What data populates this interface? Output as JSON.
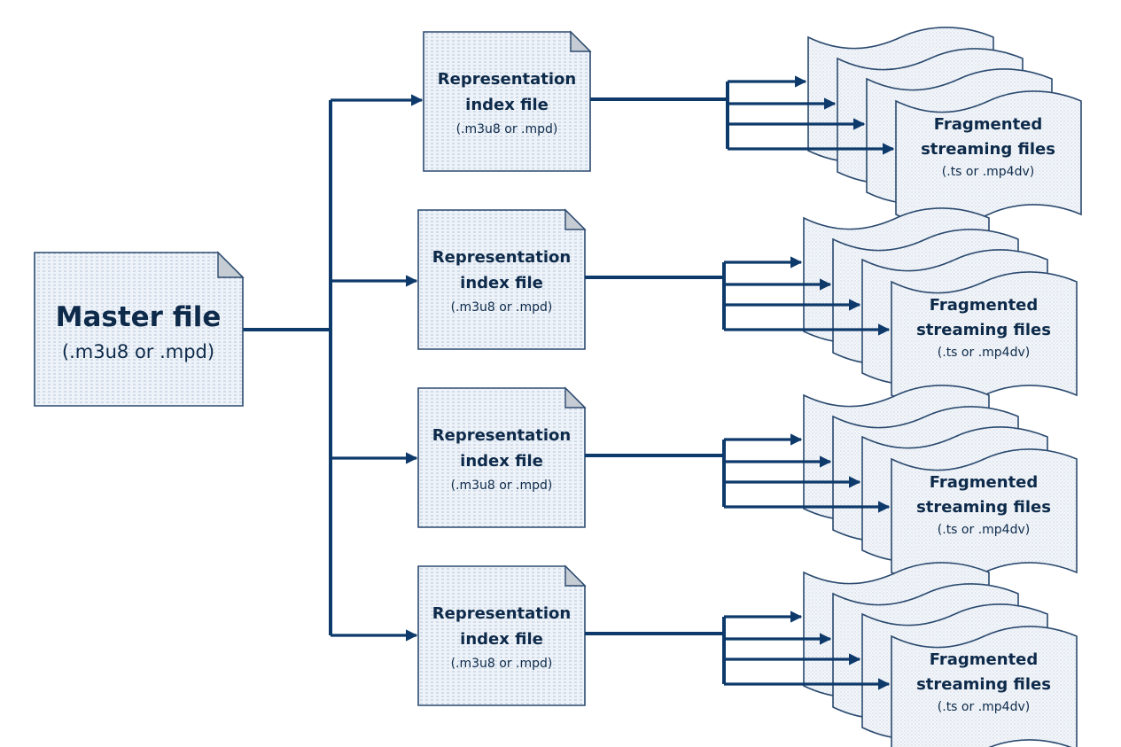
{
  "colors": {
    "line": "#0e3a6b",
    "box_border": "#2b4a6f",
    "box_fill": "#eef3f9",
    "fold_fill": "#c6ccd3",
    "text": "#0d2a4a"
  },
  "master": {
    "title": "Master file",
    "subtitle": "(.m3u8 or .mpd)"
  },
  "representations": [
    {
      "line1": "Representation",
      "line2": "index file",
      "ext": "(.m3u8 or .mpd)",
      "streams": {
        "line1": "Fragmented",
        "line2": "streaming files",
        "ext": "(.ts or .mp4dv)"
      }
    },
    {
      "line1": "Representation",
      "line2": "index file",
      "ext": "(.m3u8 or .mpd)",
      "streams": {
        "line1": "Fragmented",
        "line2": "streaming files",
        "ext": "(.ts or .mp4dv)"
      }
    },
    {
      "line1": "Representation",
      "line2": "index file",
      "ext": "(.m3u8 or .mpd)",
      "streams": {
        "line1": "Fragmented",
        "line2": "streaming files",
        "ext": "(.ts or .mp4dv)"
      }
    },
    {
      "line1": "Representation",
      "line2": "index file",
      "ext": "(.m3u8 or .mpd)",
      "streams": {
        "line1": "Fragmented",
        "line2": "streaming files",
        "ext": "(.ts or .mp4dv)"
      }
    }
  ]
}
